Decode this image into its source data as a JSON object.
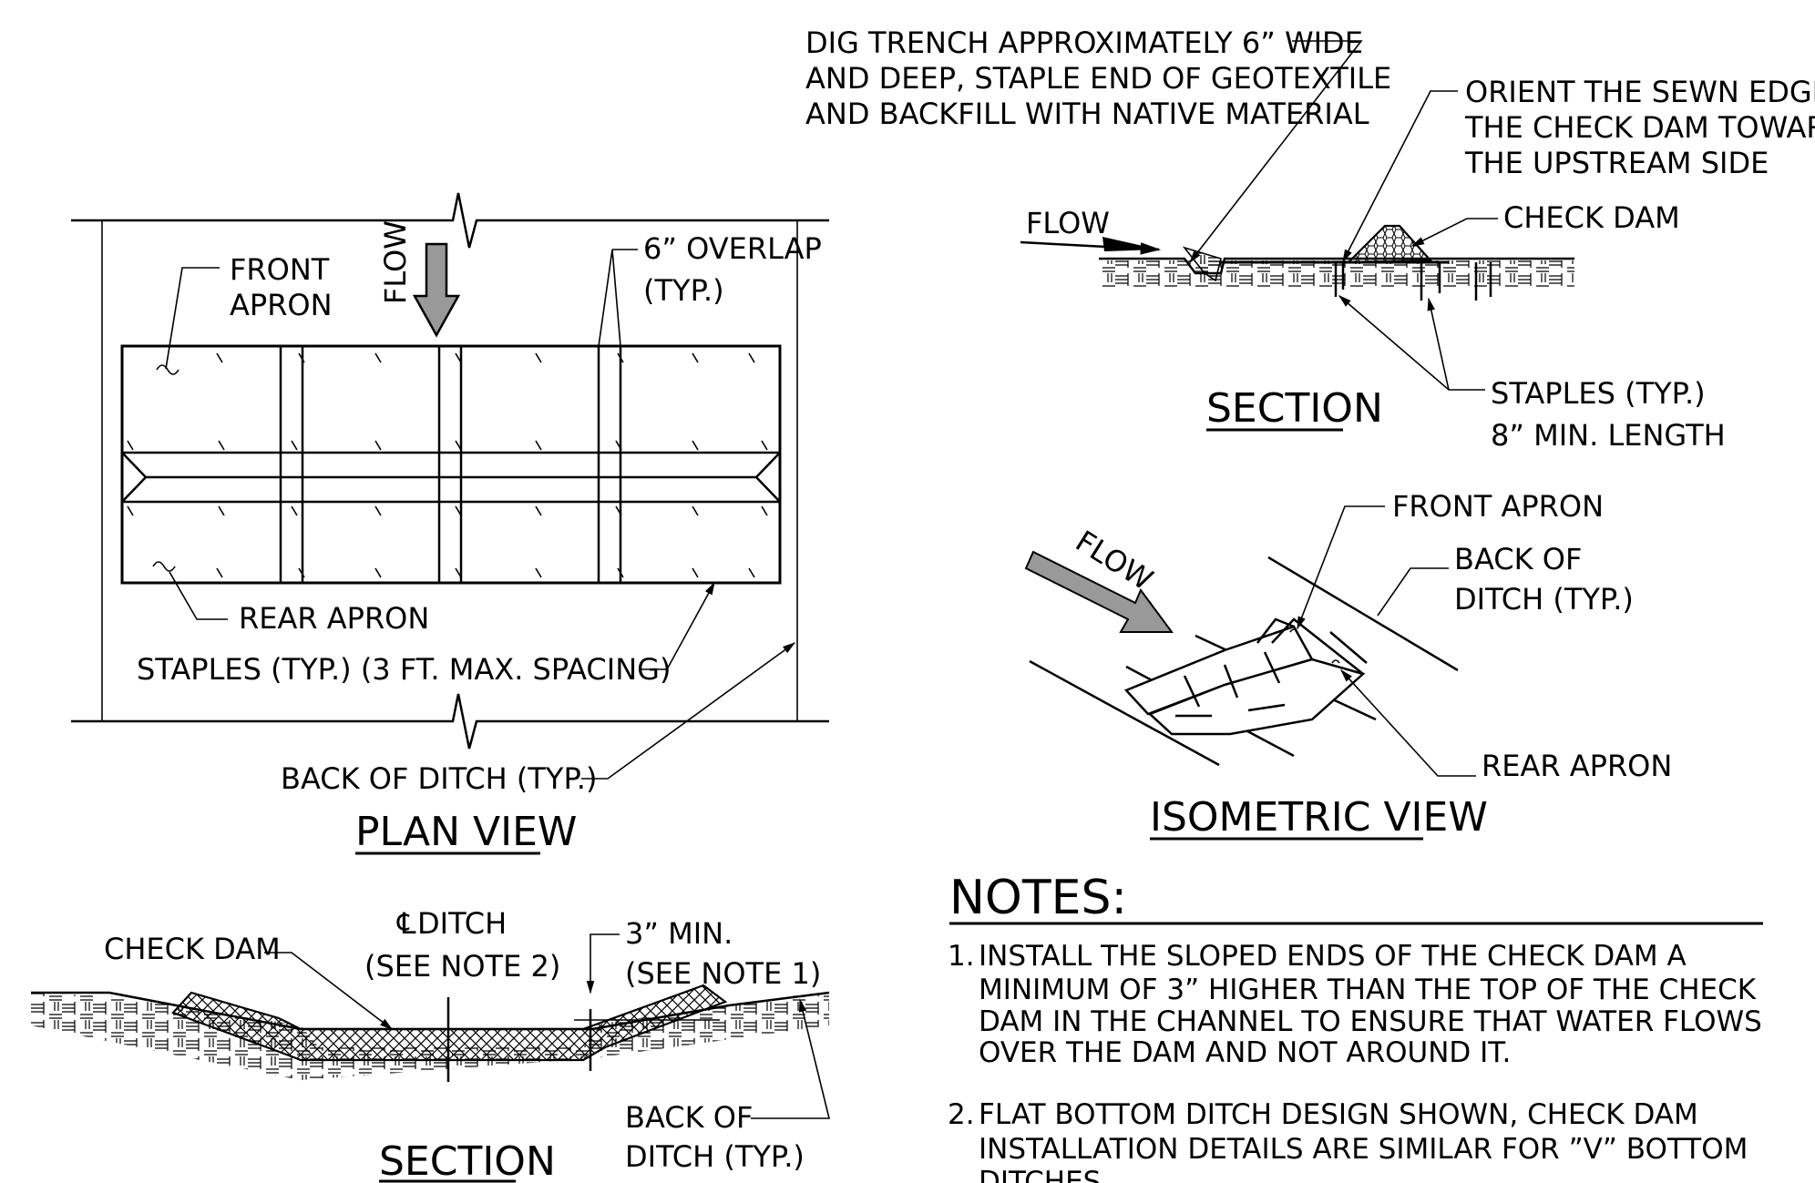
{
  "plan_view": {
    "title": "PLAN VIEW",
    "flow": "FLOW",
    "front_apron": [
      "FRONT",
      "APRON"
    ],
    "overlap": [
      "6” OVERLAP",
      "(TYP.)"
    ],
    "rear_apron": "REAR APRON",
    "staples": "STAPLES (TYP.) (3 FT. MAX. SPACING)",
    "back_of_ditch": "BACK OF DITCH (TYP.)"
  },
  "section_top": {
    "title": "SECTION",
    "trench_note": [
      "DIG TRENCH APPROXIMATELY 6” WIDE",
      "AND DEEP, STAPLE END OF GEOTEXTILE",
      "AND BACKFILL WITH NATIVE MATERIAL"
    ],
    "orient_note": [
      "ORIENT THE SEWN EDGE OF",
      "THE CHECK DAM TOWARD",
      "THE UPSTREAM SIDE"
    ],
    "flow": "FLOW",
    "check_dam": "CHECK DAM",
    "staples": [
      "STAPLES (TYP.)",
      "8” MIN. LENGTH"
    ]
  },
  "isometric": {
    "title": "ISOMETRIC VIEW",
    "flow": "FLOW",
    "front_apron": "FRONT APRON",
    "back_of_ditch": [
      "BACK OF",
      "DITCH (TYP.)"
    ],
    "rear_apron": "REAR APRON"
  },
  "section_bottom": {
    "title": "SECTION",
    "check_dam": "CHECK DAM",
    "cl_symbol": "℄",
    "cl_ditch": [
      " DITCH",
      "(SEE NOTE 2)"
    ],
    "min": [
      "3” MIN.",
      "(SEE NOTE 1)"
    ],
    "back_of_ditch": [
      "BACK OF",
      "DITCH (TYP.)"
    ]
  },
  "notes": {
    "heading": "NOTES:",
    "items": [
      {
        "num": "1.",
        "lines": [
          "INSTALL THE SLOPED ENDS OF THE CHECK DAM A",
          "MINIMUM OF 3” HIGHER THAN THE TOP OF THE CHECK",
          "DAM IN THE CHANNEL TO ENSURE THAT WATER FLOWS",
          "OVER THE DAM AND NOT AROUND IT."
        ]
      },
      {
        "num": "2.",
        "lines": [
          "FLAT BOTTOM DITCH DESIGN SHOWN, CHECK DAM",
          "INSTALLATION DETAILS ARE SIMILAR FOR ”V” BOTTOM",
          "DITCHES."
        ]
      }
    ]
  }
}
